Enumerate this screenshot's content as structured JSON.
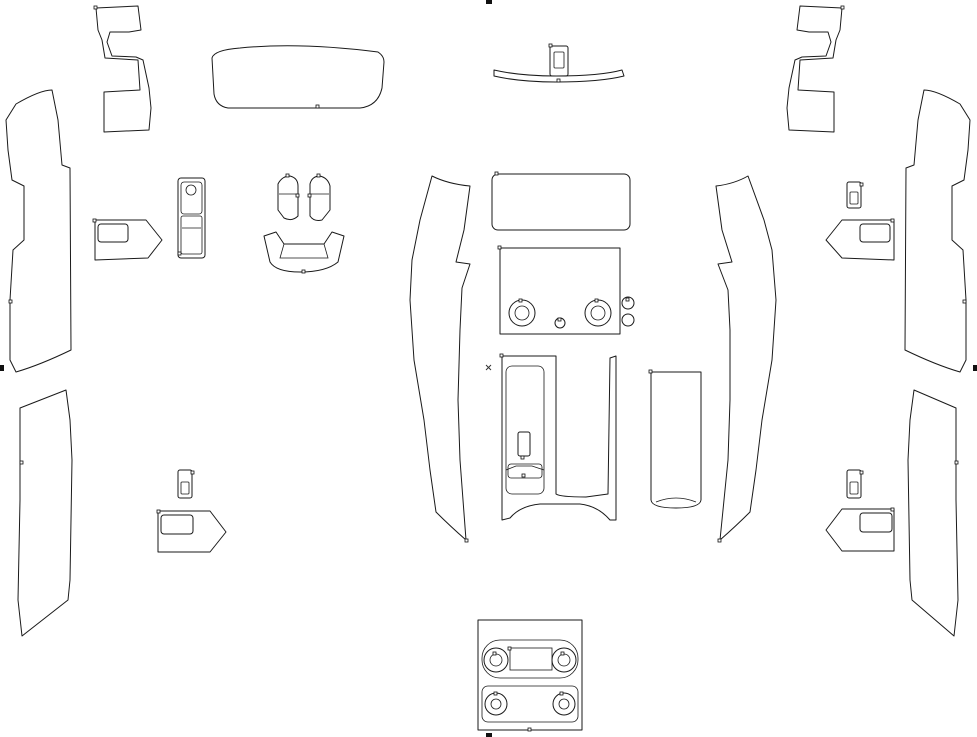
{
  "canvas": {
    "background": "#ffffff",
    "stroke_color": "#1a1a1a",
    "handle_color": "#111111"
  },
  "icons": {
    "cursor": "x-mark-icon"
  },
  "parts": [
    "trim-top-left",
    "dash-panel-top-left",
    "pillar-cover-left",
    "door-panel-left-front",
    "window-switch-panel-left-front",
    "vent-cover-left",
    "cupholder-pieces-left",
    "tray-left",
    "door-panel-left-rear",
    "window-switch-left-rear",
    "window-switch-panel-left-rear",
    "trim-top-center",
    "screen-surround",
    "climate-panel",
    "center-console",
    "armrest-lid",
    "trim-right-center-left",
    "trim-right-center-right",
    "trim-top-right",
    "door-panel-right-front",
    "window-switch-right-front",
    "window-switch-panel-right-front",
    "door-panel-right-rear",
    "window-switch-right-rear",
    "window-switch-panel-right-rear",
    "rear-climate-panel"
  ]
}
